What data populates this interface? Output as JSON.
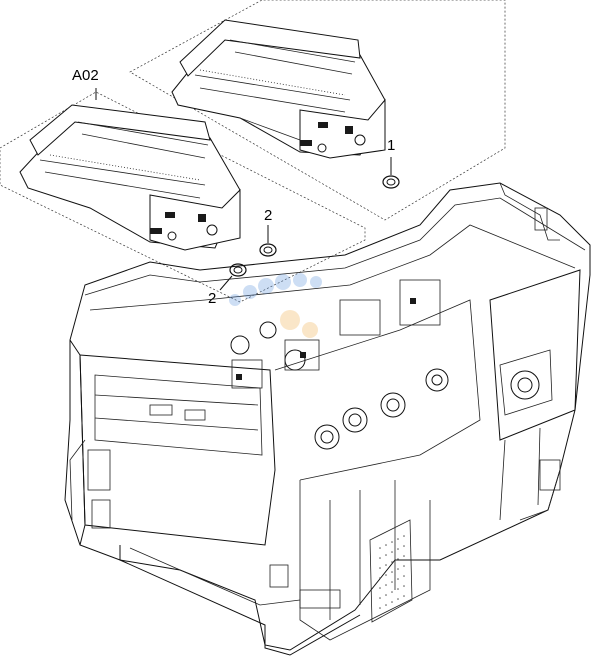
{
  "diagram": {
    "group_label": "A02",
    "callouts": [
      {
        "id": "callout-1",
        "text": "1"
      },
      {
        "id": "callout-2a",
        "text": "2"
      },
      {
        "id": "callout-2b",
        "text": "2"
      }
    ],
    "colors": {
      "line": "#111111",
      "background": "#ffffff"
    }
  }
}
